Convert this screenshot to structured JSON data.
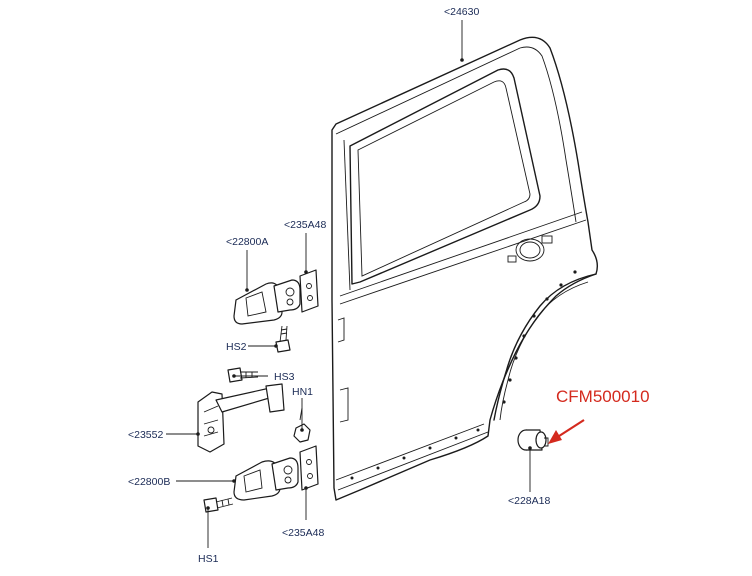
{
  "labels": {
    "door_shell": "<24630",
    "hinge_upper": "<22800A",
    "shim_upper": "<235A48",
    "bolt_hs2": "HS2",
    "bolt_hs3": "HS3",
    "nut_hn1": "HN1",
    "check_strap": "<23552",
    "hinge_lower": "<22800B",
    "shim_lower": "<235A48",
    "bolt_hs1": "HS1",
    "buffer": "<228A18"
  },
  "highlight": {
    "part_number": "CFM500010",
    "color": "#d42a1e"
  }
}
